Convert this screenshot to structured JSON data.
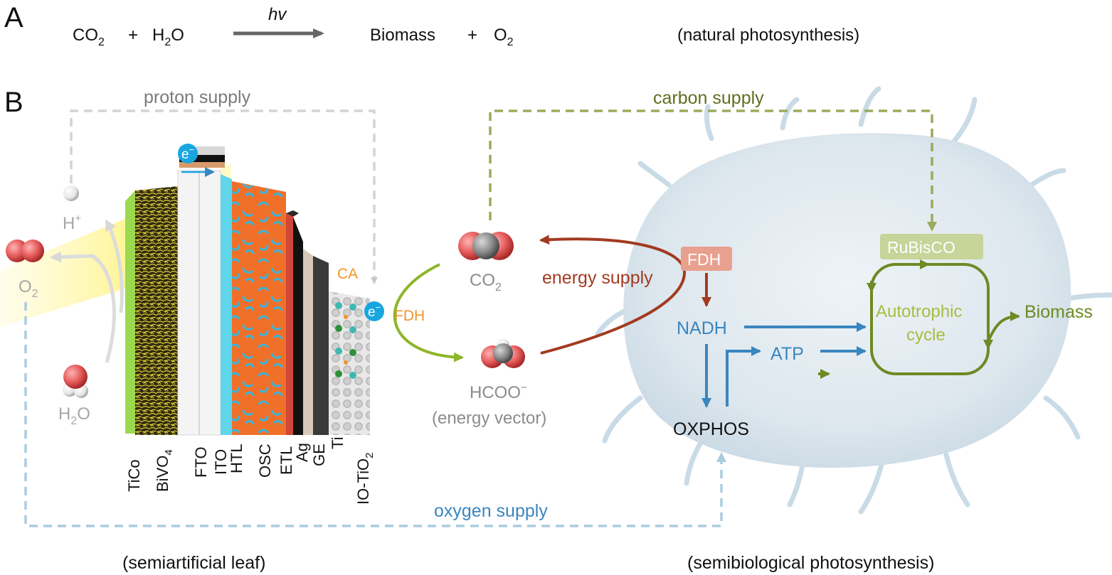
{
  "panel_a": {
    "label": "A",
    "reactant1": "CO",
    "reactant1_sub": "2",
    "plus1": "+",
    "reactant2a": "H",
    "reactant2_sub": "2",
    "reactant2b": "O",
    "hv": "hv",
    "product1": "Biomass",
    "plus2": "+",
    "product2": "O",
    "product2_sub": "2",
    "caption": "(natural photosynthesis)"
  },
  "panel_b": {
    "label": "B",
    "proton_supply": "proton supply",
    "carbon_supply": "carbon supply",
    "oxygen_supply": "oxygen supply",
    "energy_supply": "energy supply",
    "h_plus": "H",
    "h_plus_sup": "+",
    "o2": "O",
    "o2_sub": "2",
    "h2o_a": "H",
    "h2o_sub": "2",
    "h2o_b": "O",
    "electron": "e",
    "electron_sup": "−",
    "ca": "CA",
    "fdh_left": "FDH",
    "co2": "CO",
    "co2_sub": "2",
    "hcoo": "HCOO",
    "hcoo_sup": "−",
    "energy_vector": "(energy vector)",
    "fdh_enzyme": "FDH",
    "nadh": "NADH",
    "atp": "ATP",
    "oxphos": "OXPHOS",
    "rubisco": "RuBisCO",
    "autotrophic": "Autotrophic",
    "cycle": "cycle",
    "biomass": "Biomass",
    "layers": {
      "tico": "TiCo",
      "bivo4": "BiVO",
      "bivo4_sub": "4",
      "fto": "FTO",
      "ito": "ITO",
      "htl": "HTL",
      "osc": "OSC",
      "etl": "ETL",
      "ag": "Ag",
      "ge": "GE",
      "ti": "Ti",
      "iotio2": "IO-TiO",
      "iotio2_sub": "2"
    },
    "caption_left": "(semiartificial leaf)",
    "caption_right": "(semibiological photosynthesis)"
  },
  "colors": {
    "proton": "#d4d4d4",
    "carbon": "#9bab5a",
    "oxygen": "#aaccdf",
    "energy": "#a33a1f",
    "nadh_blue": "#3a86bf",
    "auto_green": "#6e8a24",
    "fdh_box": "#e8a08f",
    "rubisco_box": "#c7d49a",
    "orange_text": "#f0962a",
    "electron": "#18a6e0",
    "lime": "#8fb52a"
  }
}
